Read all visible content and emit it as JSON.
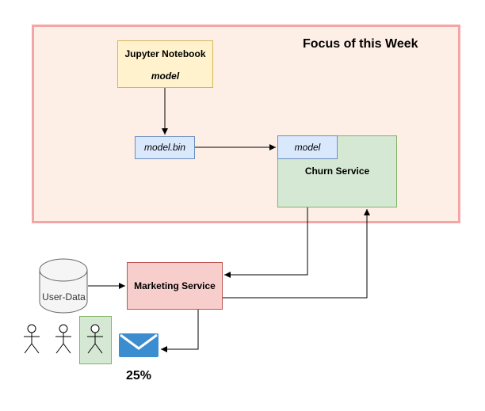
{
  "focus": {
    "title": "Focus of this Week"
  },
  "jupyter": {
    "title": "Jupyter Notebook",
    "subtitle": "model"
  },
  "model_bin": {
    "label": "model.bin"
  },
  "churn_service": {
    "label": "Churn Service",
    "model_label": "model"
  },
  "marketing_service": {
    "label": "Marketing Service"
  },
  "user_data": {
    "label": "User-Data"
  },
  "users": {
    "count": 3,
    "highlighted_index": 2
  },
  "email": {
    "percentage": "25%"
  },
  "colors": {
    "focus_fill": "#fdeee6",
    "focus_border": "#f4a6a6",
    "note_fill": "#fff2cc",
    "model_fill": "#dae8fc",
    "service_fill": "#d5e8d4",
    "marketing_fill": "#f8cecc",
    "email_icon": "#3b8dd0"
  }
}
